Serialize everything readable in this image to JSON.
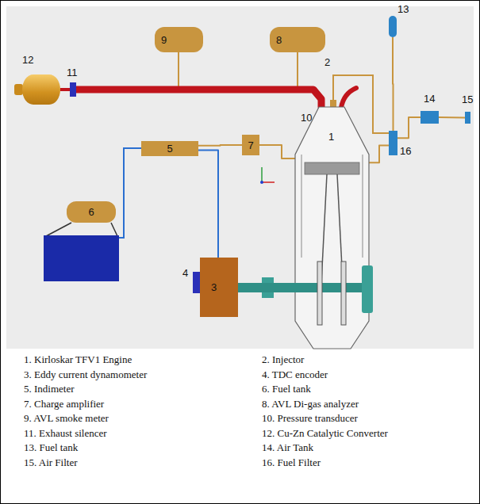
{
  "diagram": {
    "nodes": [
      {
        "text": [
          "12"
        ]
      },
      {
        "text": [
          "11"
        ]
      },
      {
        "text": [
          "9"
        ]
      },
      {
        "text": [
          "8"
        ]
      },
      {
        "text": [
          "13"
        ]
      },
      {
        "text": [
          "14"
        ]
      },
      {
        "text": [
          "15"
        ]
      },
      {
        "text": [
          "16"
        ]
      },
      {
        "text": [
          "5"
        ]
      },
      {
        "text": [
          "7"
        ]
      },
      {
        "text": [
          "1"
        ]
      },
      {
        "text": [
          "6"
        ]
      },
      {
        "text": [
          "4"
        ]
      },
      {
        "text": [
          "3"
        ]
      }
    ],
    "edges": [
      {
        "from": 10,
        "to": 1,
        "arrow": "none"
      },
      {
        "from": 1,
        "to": 0,
        "arrow": "none"
      },
      {
        "from": 4,
        "to": 7,
        "arrow": "none"
      },
      {
        "from": 7,
        "to": 5,
        "arrow": "none"
      },
      {
        "from": 5,
        "to": 6,
        "arrow": "none"
      },
      {
        "from": 7,
        "to": 10,
        "arrow": "none"
      },
      {
        "from": 9,
        "to": 8,
        "arrow": "none"
      },
      {
        "from": 8,
        "to": 13,
        "arrow": "none"
      },
      {
        "from": 9,
        "to": 10,
        "arrow": "none"
      }
    ],
    "labels": [
      "2",
      "10",
      "1. Kirloskar TFV1 Engine",
      "2. Injector",
      "3. Eddy current dynamometer",
      "4. TDC encoder",
      "5. Indimeter",
      "6. Fuel tank",
      "7. Charge amplifier",
      "8. AVL Di-gas analyzer",
      "9. AVL smoke meter",
      "10. Pressure transducer",
      "11. Exhaust silencer",
      "12. Cu-Zn Catalytic Converter",
      "13. Fuel tank",
      "14. Air Tank",
      "15. Air Filter",
      "16. Fuel Filter"
    ]
  }
}
